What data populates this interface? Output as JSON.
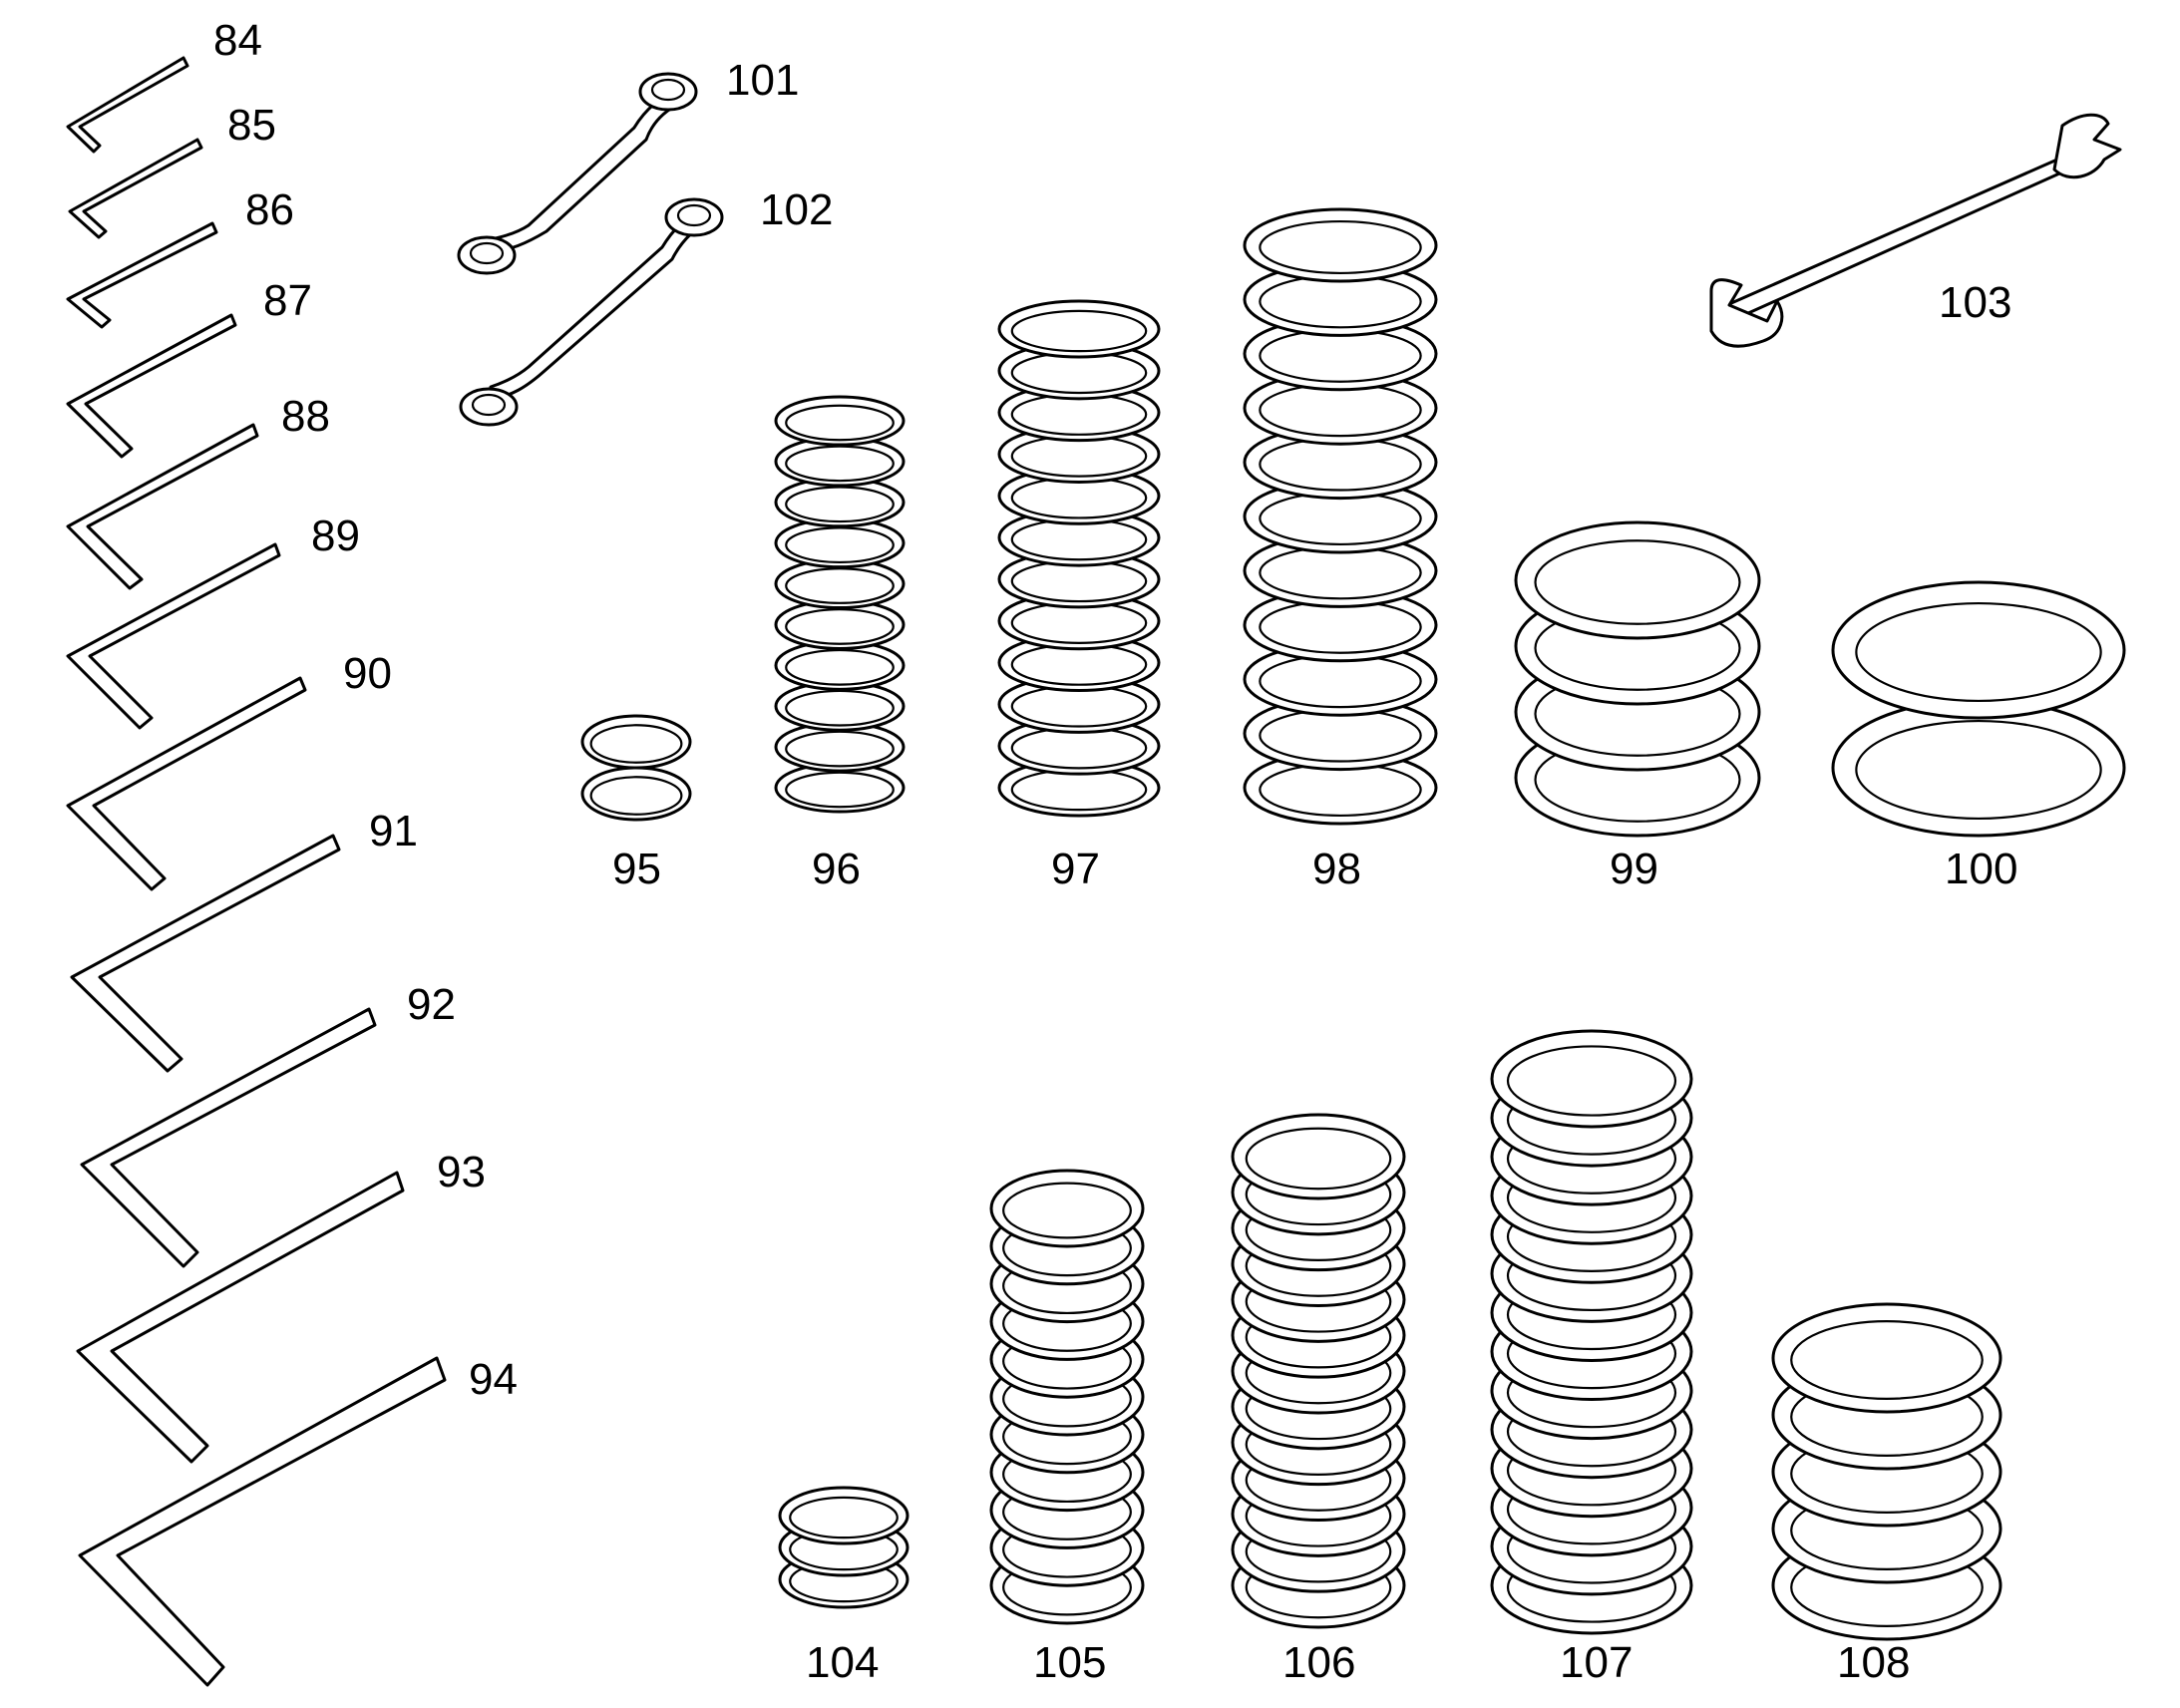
{
  "diagram": {
    "labels": {
      "p84": "84",
      "p85": "85",
      "p86": "86",
      "p87": "87",
      "p88": "88",
      "p89": "89",
      "p90": "90",
      "p91": "91",
      "p92": "92",
      "p93": "93",
      "p94": "94",
      "p95": "95",
      "p96": "96",
      "p97": "97",
      "p98": "98",
      "p99": "99",
      "p100": "100",
      "p101": "101",
      "p102": "102",
      "p103": "103",
      "p104": "104",
      "p105": "105",
      "p106": "106",
      "p107": "107",
      "p108": "108"
    },
    "parts": {
      "hex_keys": [
        "84",
        "85",
        "86",
        "87",
        "88",
        "89",
        "90",
        "91",
        "92",
        "93",
        "94"
      ],
      "ring_wrenches": [
        "101",
        "102"
      ],
      "open_end_wrench": "103",
      "springs_upper": [
        "95",
        "96",
        "97",
        "98",
        "99",
        "100"
      ],
      "springs_lower": [
        "104",
        "105",
        "106",
        "107",
        "108"
      ]
    },
    "colors": {
      "line": "#000000",
      "background": "#ffffff"
    }
  }
}
